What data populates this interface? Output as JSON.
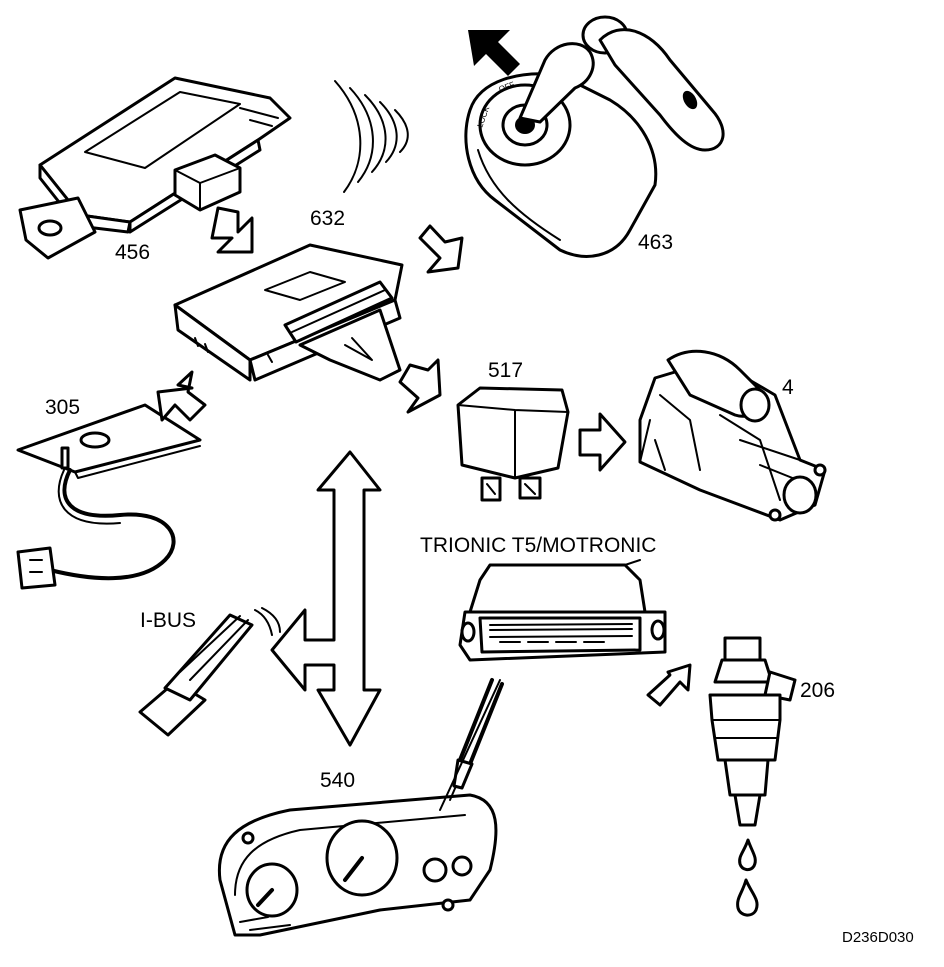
{
  "labels": {
    "immobiliser": "456",
    "twice": "632",
    "ignition_switch": "463",
    "antenna": "305",
    "relay": "517",
    "starter_motor": "4",
    "ecu": "TRIONIC T5/MOTRONIC",
    "ibus": "I-BUS",
    "injector": "206",
    "instrument_cluster": "540",
    "figure_code": "D236D030"
  },
  "ignition": {
    "lock_text": "LOCK",
    "off_text": "OFF"
  }
}
